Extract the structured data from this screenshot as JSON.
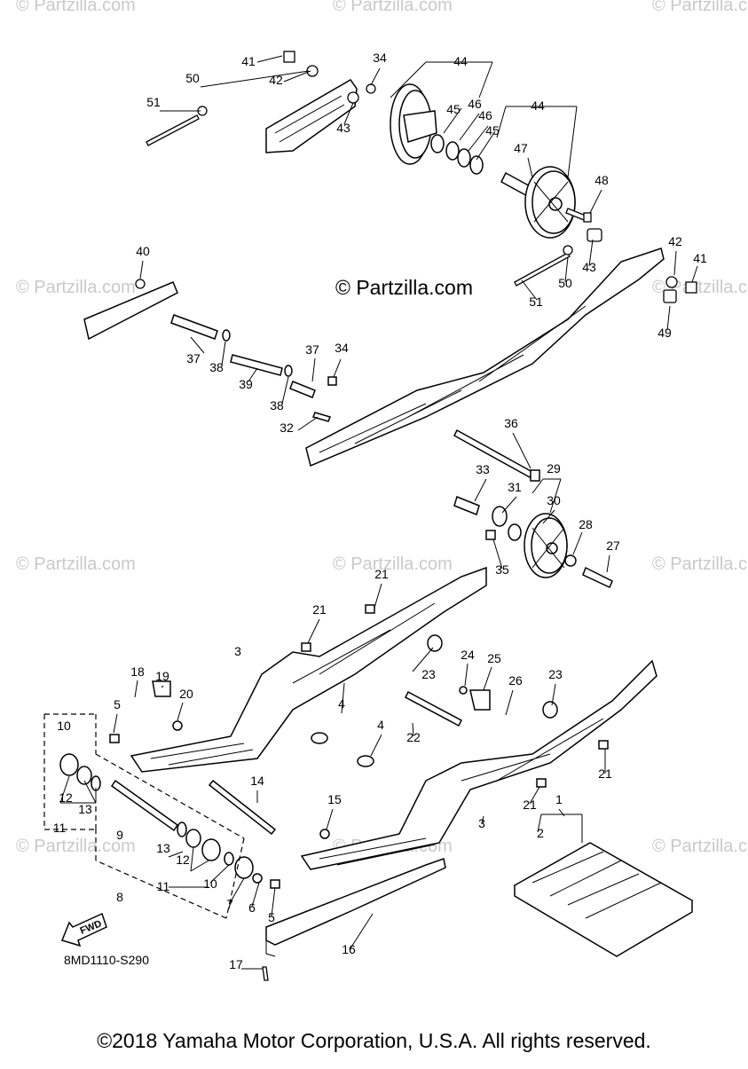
{
  "watermark": "© Partzilla.com",
  "brand_center": "© Partzilla.com",
  "diagram_code": "8MD1110-S290",
  "fwd_label": "FWD",
  "copyright": "©2018 Yamaha Motor Corporation, U.S.A. All rights reserved.",
  "callouts": [
    "41",
    "50",
    "51",
    "42",
    "34",
    "43",
    "44",
    "45",
    "46",
    "46",
    "45",
    "44",
    "47",
    "48",
    "40",
    "42",
    "41",
    "43",
    "50",
    "51",
    "49",
    "37",
    "38",
    "39",
    "38",
    "37",
    "34",
    "32",
    "36",
    "29",
    "33",
    "31",
    "30",
    "28",
    "35",
    "27",
    "21",
    "21",
    "3",
    "23",
    "18",
    "19",
    "20",
    "5",
    "24",
    "25",
    "26",
    "23",
    "4",
    "22",
    "4",
    "10",
    "12",
    "13",
    "11",
    "9",
    "14",
    "15",
    "21",
    "21",
    "3",
    "1",
    "2",
    "13",
    "12",
    "11",
    "10",
    "7",
    "6",
    "5",
    "8",
    "16",
    "17"
  ]
}
